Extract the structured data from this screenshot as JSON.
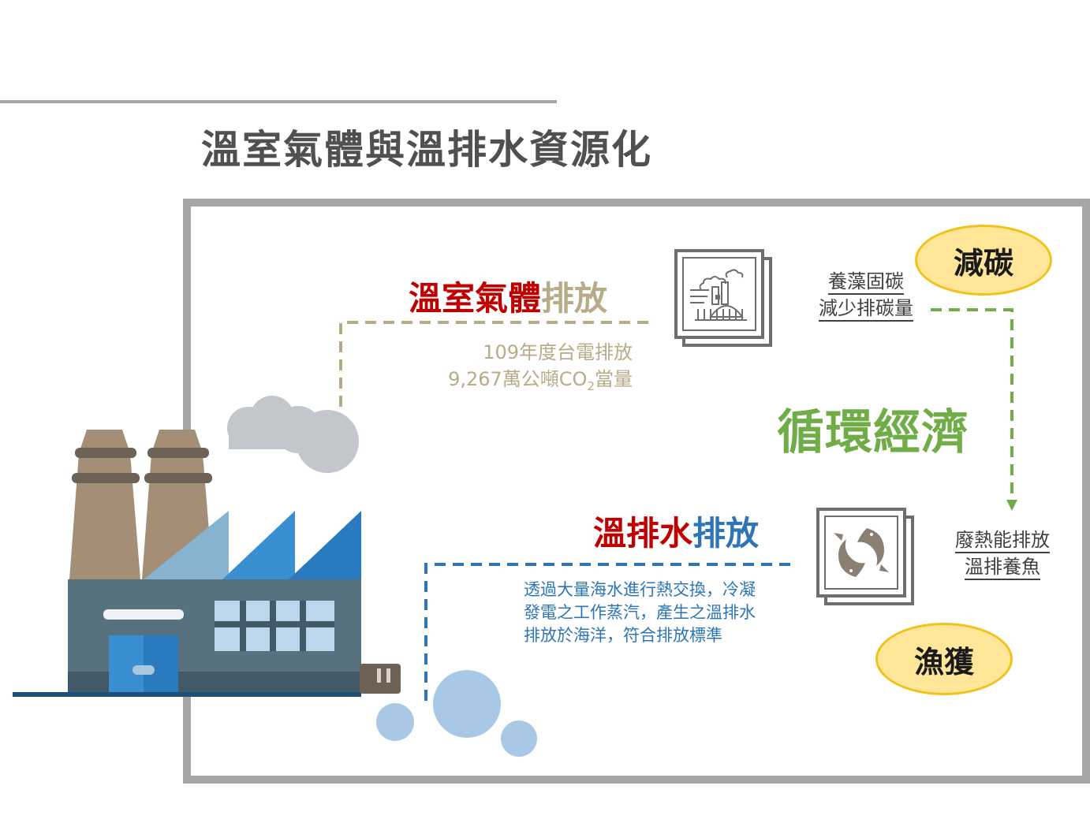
{
  "title": "溫室氣體與溫排水資源化",
  "ghg": {
    "heading_red": "溫室氣體",
    "heading_beige": "排放",
    "line1": "109年度台電排放",
    "line2_pre": "9,267萬公噸CO",
    "line2_sub": "2",
    "line2_post": "當量"
  },
  "warm_water": {
    "heading_red": "溫排水",
    "heading_blue": "排放",
    "lines": [
      "透過大量海水進行熱交換，冷凝",
      "發電之工作蒸汽，產生之溫排水",
      "排放於海洋，符合排放標準"
    ]
  },
  "circular_economy": "循環經濟",
  "badges": {
    "carbon": "減碳",
    "fish": "漁獲"
  },
  "carbon_text": [
    "養藻固碳",
    "減少排碳量"
  ],
  "waste_text": [
    "廢熱能排放",
    "溫排養魚"
  ],
  "icons": [
    "factory-icon",
    "fish-icon",
    "power-plant-illustration"
  ],
  "colors": {
    "red": "#c00000",
    "beige": "#b8ab88",
    "blue": "#2e75b6",
    "green": "#70ad47",
    "badge": "#ffe699"
  }
}
